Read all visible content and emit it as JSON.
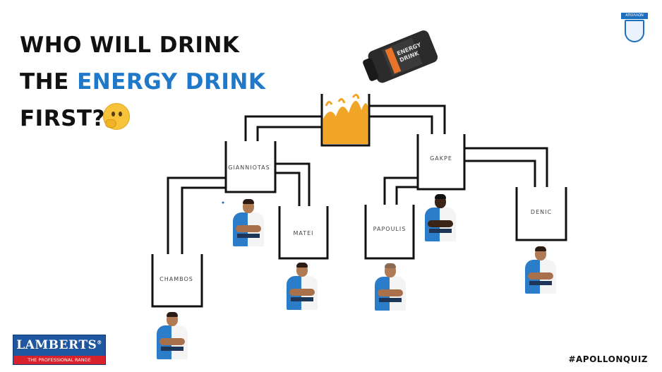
{
  "title": {
    "line1": "WHO WILL DRINK",
    "line2_pre": "THE ",
    "line2_highlight": "ENERGY DRINK",
    "line3": "FIRST?"
  },
  "colors": {
    "highlight": "#1f78c8",
    "juice": "#f0a527",
    "outline": "#111111",
    "brand_blue": "#1e56a0",
    "brand_red": "#d8222b"
  },
  "players": [
    {
      "name": "GIANNIOTAS"
    },
    {
      "name": "GAKPE"
    },
    {
      "name": "MATEI"
    },
    {
      "name": "PAPOULIS"
    },
    {
      "name": "CHAMBOS"
    },
    {
      "name": "DENIC"
    }
  ],
  "sponsor": {
    "name": "LAMBERTS",
    "registered": "®",
    "tagline": "THE PROFESSIONAL RANGE"
  },
  "hashtag": "#APOLLONQUIZ",
  "crest": {
    "text": "ΑΠΟΛΛΩΝ"
  },
  "product": {
    "label_line1": "ENERGY",
    "label_line2": "DRINK"
  },
  "icons": [
    "thinking-face-emoji",
    "energy-drink-tub",
    "club-crest",
    "juice-splash"
  ]
}
